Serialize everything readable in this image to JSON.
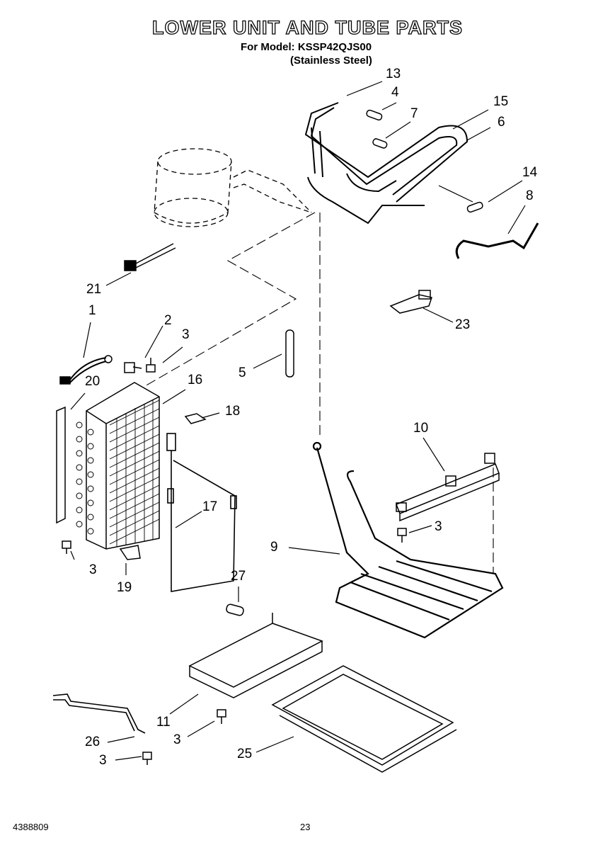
{
  "header": {
    "title": "LOWER UNIT AND TUBE PARTS",
    "model_line": "For Model: KSSP42QJS00",
    "finish_line": "(Stainless Steel)"
  },
  "callouts": [
    {
      "id": "c13",
      "label": "13"
    },
    {
      "id": "c4",
      "label": "4"
    },
    {
      "id": "c15",
      "label": "15"
    },
    {
      "id": "c7",
      "label": "7"
    },
    {
      "id": "c6",
      "label": "6"
    },
    {
      "id": "c14",
      "label": "14"
    },
    {
      "id": "c8",
      "label": "8"
    },
    {
      "id": "c21",
      "label": "21"
    },
    {
      "id": "c23",
      "label": "23"
    },
    {
      "id": "c1",
      "label": "1"
    },
    {
      "id": "c2",
      "label": "2"
    },
    {
      "id": "c3a",
      "label": "3"
    },
    {
      "id": "c5",
      "label": "5"
    },
    {
      "id": "c20",
      "label": "20"
    },
    {
      "id": "c16",
      "label": "16"
    },
    {
      "id": "c18",
      "label": "18"
    },
    {
      "id": "c10",
      "label": "10"
    },
    {
      "id": "c17",
      "label": "17"
    },
    {
      "id": "c3b",
      "label": "3"
    },
    {
      "id": "c9",
      "label": "9"
    },
    {
      "id": "c3c",
      "label": "3"
    },
    {
      "id": "c19",
      "label": "19"
    },
    {
      "id": "c27",
      "label": "27"
    },
    {
      "id": "c11",
      "label": "11"
    },
    {
      "id": "c3d",
      "label": "3"
    },
    {
      "id": "c26",
      "label": "26"
    },
    {
      "id": "c25",
      "label": "25"
    },
    {
      "id": "c3e",
      "label": "3"
    }
  ],
  "footer": {
    "doc_number": "4388809",
    "page_number": "23"
  }
}
